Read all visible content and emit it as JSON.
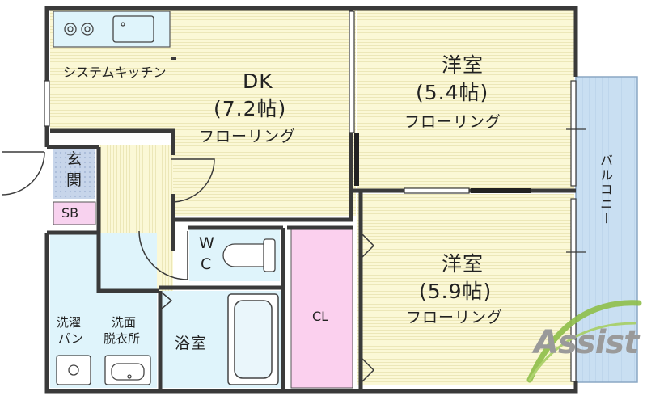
{
  "rooms": {
    "kitchen": {
      "label": "システムキッチン"
    },
    "dk": {
      "name": "DK",
      "size": "(7.2帖)",
      "floor": "フローリング"
    },
    "western_1": {
      "name": "洋室",
      "size": "(5.4帖)",
      "floor": "フローリング"
    },
    "western_2": {
      "name": "洋室",
      "size": "(5.9帖)",
      "floor": "フローリング"
    },
    "entrance": {
      "label_1": "玄",
      "label_2": "関"
    },
    "shoebox": {
      "label": "SB"
    },
    "wc": {
      "label_1": "W",
      "label_2": "C"
    },
    "closet": {
      "label": "CL"
    },
    "bath": {
      "label": "浴室"
    },
    "washer": {
      "label_1": "洗濯",
      "label_2": "パン"
    },
    "washroom": {
      "label_1": "洗面",
      "label_2": "脱衣所"
    },
    "balcony": {
      "label": "バルコニー"
    }
  },
  "watermark": {
    "text": "Assist"
  },
  "colors": {
    "floor_wood": "#fbf8d6",
    "floor_grain": "#ece7b8",
    "wall": "#3a3a3a",
    "wet_area": "#dff4fb",
    "closet": "#fbd0ee",
    "shoebox": "#f8d2ef",
    "balcony": "#c9dff2",
    "entrance_tile": "#c7d5ea"
  }
}
